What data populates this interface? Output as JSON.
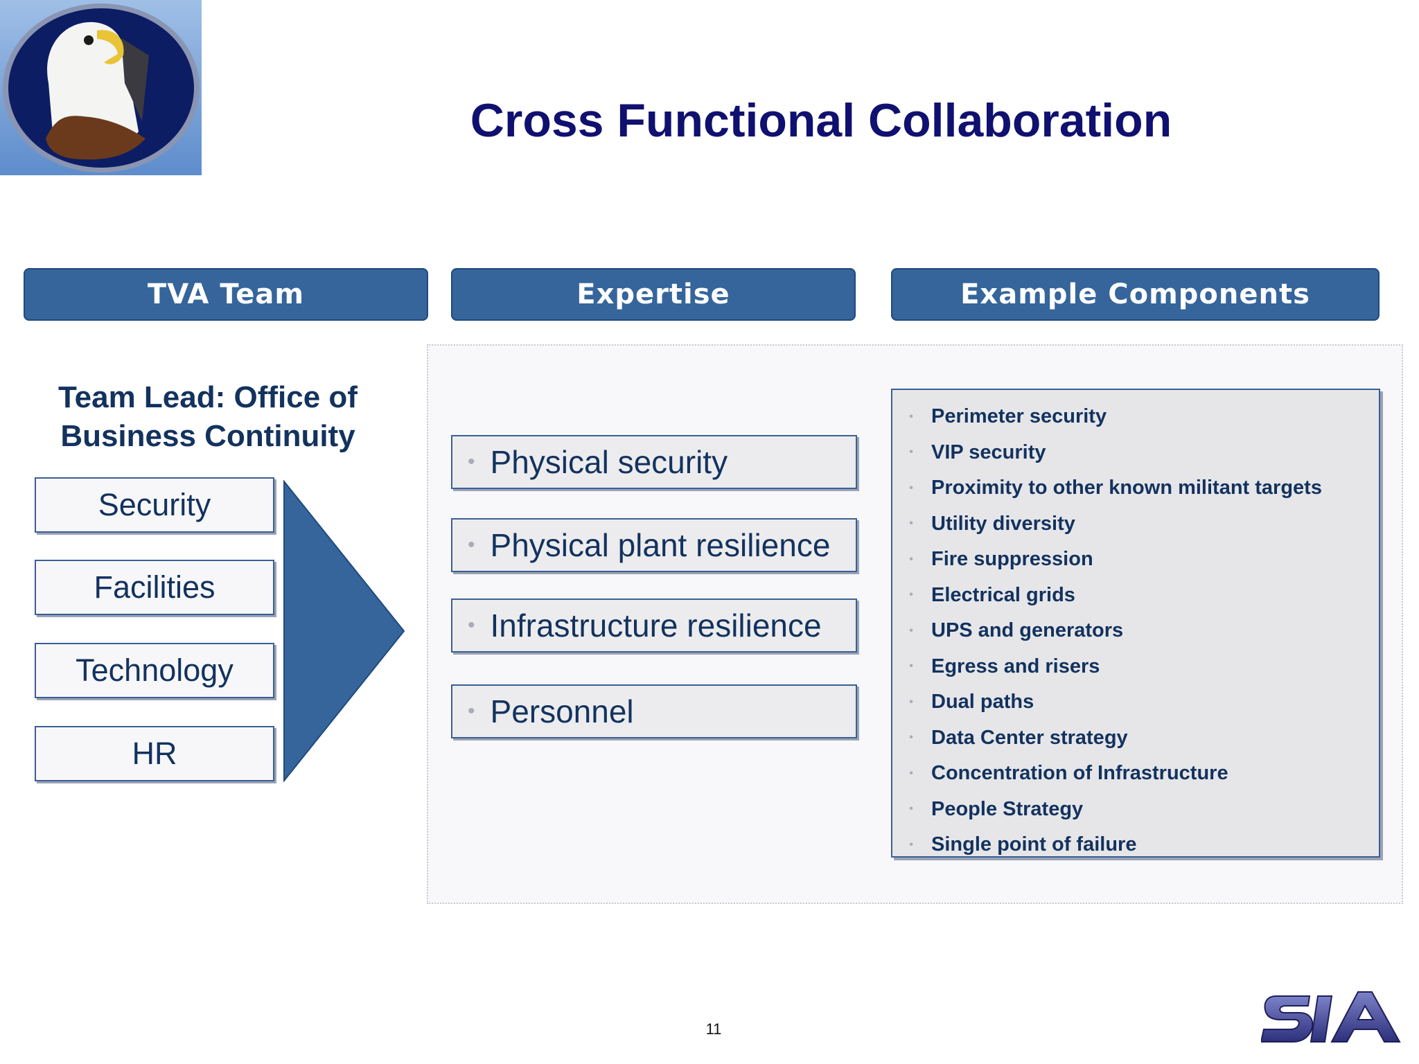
{
  "title": "Cross Functional Collaboration",
  "headers": {
    "team": "TVA Team",
    "expertise": "Expertise",
    "components": "Example Components"
  },
  "team_lead": "Team Lead: Office of Business Continuity",
  "teams": [
    "Security",
    "Facilities",
    "Technology",
    "HR"
  ],
  "expertise": [
    "Physical security",
    "Physical plant resilience",
    "Infrastructure resilience",
    "Personnel"
  ],
  "components": [
    "Perimeter security",
    "VIP security",
    "Proximity to other known militant targets",
    "Utility diversity",
    "Fire suppression",
    "Electrical grids",
    "UPS and generators",
    "Egress and risers",
    "Dual paths",
    "Data Center strategy",
    "Concentration of Infrastructure",
    "People Strategy",
    "Single point of failure"
  ],
  "bullet": "•",
  "page_number": "11",
  "logos": {
    "left": "eagle-emblem",
    "right": "SIA"
  },
  "colors": {
    "title": "#101070",
    "header_bg": "#35659b",
    "text_dark": "#13325e",
    "arrow": "#35659b"
  }
}
